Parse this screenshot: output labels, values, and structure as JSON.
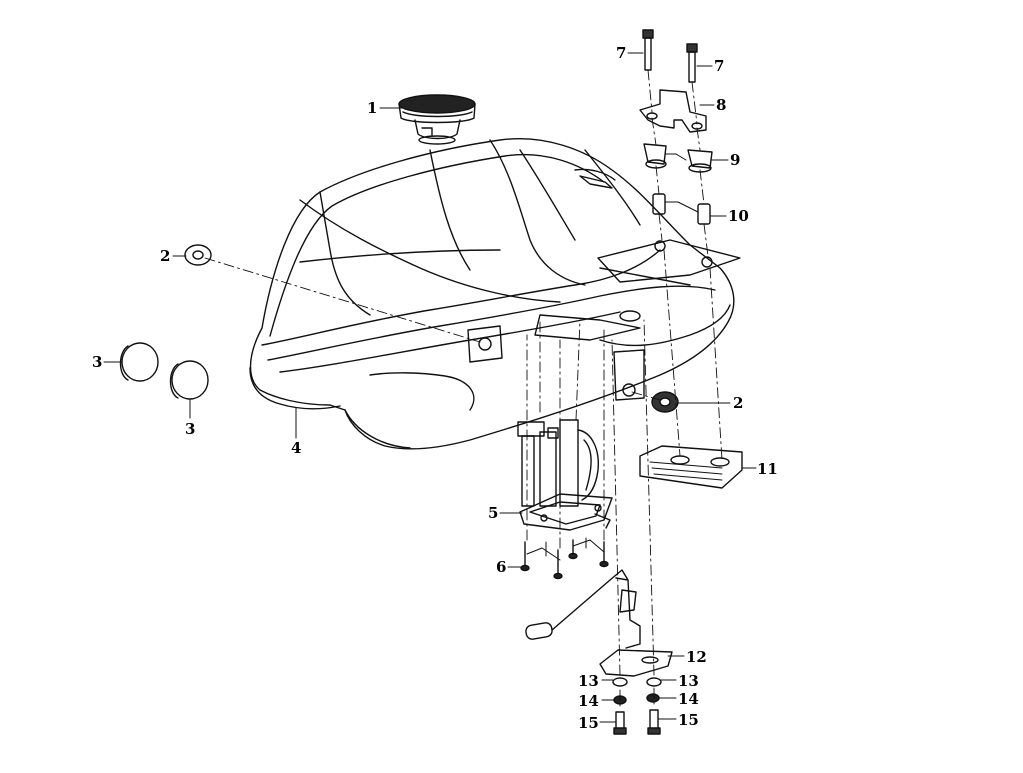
{
  "diagram": {
    "callouts": {
      "c1": "1",
      "c2a": "2",
      "c2b": "2",
      "c3a": "3",
      "c3b": "3",
      "c4": "4",
      "c5": "5",
      "c6": "6",
      "c7a": "7",
      "c7b": "7",
      "c8": "8",
      "c9": "9",
      "c10": "10",
      "c11": "11",
      "c12": "12",
      "c13a": "13",
      "c13b": "13",
      "c14a": "14",
      "c14b": "14",
      "c15a": "15",
      "c15b": "15"
    }
  }
}
